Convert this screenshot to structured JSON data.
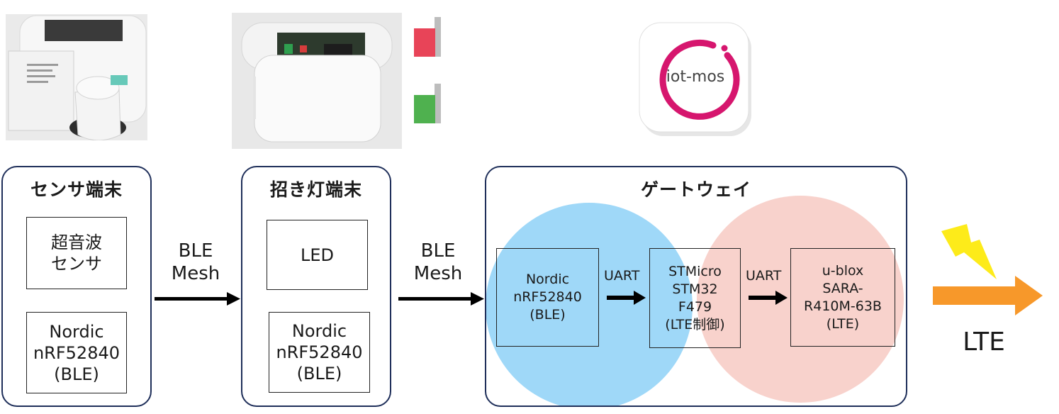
{
  "sensor_terminal": {
    "title": "センサ端末",
    "ultrasonic": [
      "超音波",
      "センサ"
    ],
    "ble_chip": [
      "Nordic",
      "nRF52840",
      "(BLE)"
    ]
  },
  "link1": {
    "lines": [
      "BLE",
      "Mesh"
    ]
  },
  "beacon_terminal": {
    "title": "招き灯端末",
    "led": "LED",
    "ble_chip": [
      "Nordic",
      "nRF52840",
      "(BLE)"
    ]
  },
  "link2": {
    "lines": [
      "BLE",
      "Mesh"
    ]
  },
  "gateway": {
    "title": "ゲートウェイ",
    "ble_chip": [
      "Nordic",
      "nRF52840",
      "(BLE)"
    ],
    "uart1": "UART",
    "mcu": [
      "STMicro",
      "STM32",
      "F479",
      "(LTE制御)"
    ],
    "uart2": "UART",
    "modem": [
      "u-blox",
      "SARA-",
      "R410M-63B",
      "(LTE)"
    ]
  },
  "logo": {
    "text": "iot-mos",
    "color": "#d6166e"
  },
  "lte_label": "LTE",
  "colors": {
    "box_border": "#1f2f5a",
    "ble_circle": "#9fd8f8",
    "lte_circle": "#f8d2cc",
    "lte_arrow": "#f7982a",
    "lightning": "#fdeb1a",
    "led_red": "#e84458",
    "led_green": "#4fb14f"
  },
  "icons": [
    "lightning-icon",
    "led-red-icon",
    "led-green-icon",
    "iot-mos-logo"
  ]
}
